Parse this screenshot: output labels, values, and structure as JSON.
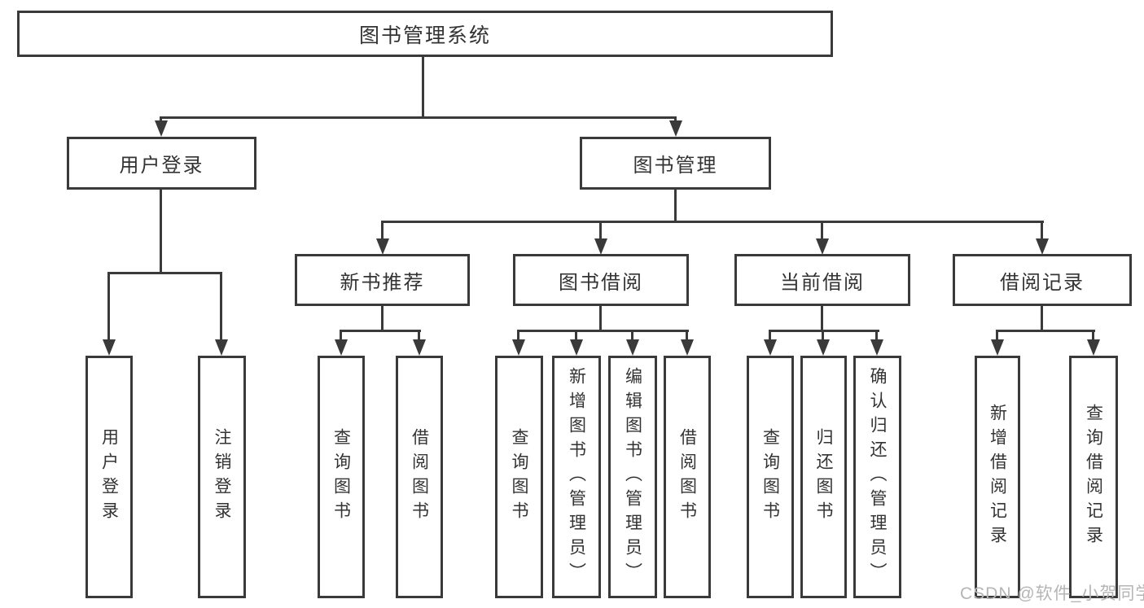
{
  "diagram": {
    "title": "图书管理系统",
    "level2": {
      "user_login": "用户登录",
      "book_management": "图书管理"
    },
    "level3": {
      "new_book_recommend": "新书推荐",
      "book_borrowing": "图书借阅",
      "current_borrowing": "当前借阅",
      "borrow_records": "借阅记录"
    },
    "leaves": {
      "user_login": "用户登录",
      "logout": "注销登录",
      "rec_query_books": "查询图书",
      "rec_borrow_books": "借阅图书",
      "bor_query_books": "查询图书",
      "bor_add_books_admin": "新增图书（管理员）",
      "bor_edit_books_admin": "编辑图书（管理员）",
      "bor_borrow_books": "借阅图书",
      "cur_query_books": "查询图书",
      "cur_return_books": "归还图书",
      "cur_confirm_return_admin": "确认归还（管理员）",
      "rcd_add_borrow_record": "新增借阅记录",
      "rcd_query_borrow_record": "查询借阅记录"
    }
  },
  "watermark": "CSDN @软件_小贺同学",
  "colors": {
    "line": "#3a3a3a",
    "text": "#333333",
    "watermark": "#b5b5b5",
    "background": "#ffffff"
  }
}
